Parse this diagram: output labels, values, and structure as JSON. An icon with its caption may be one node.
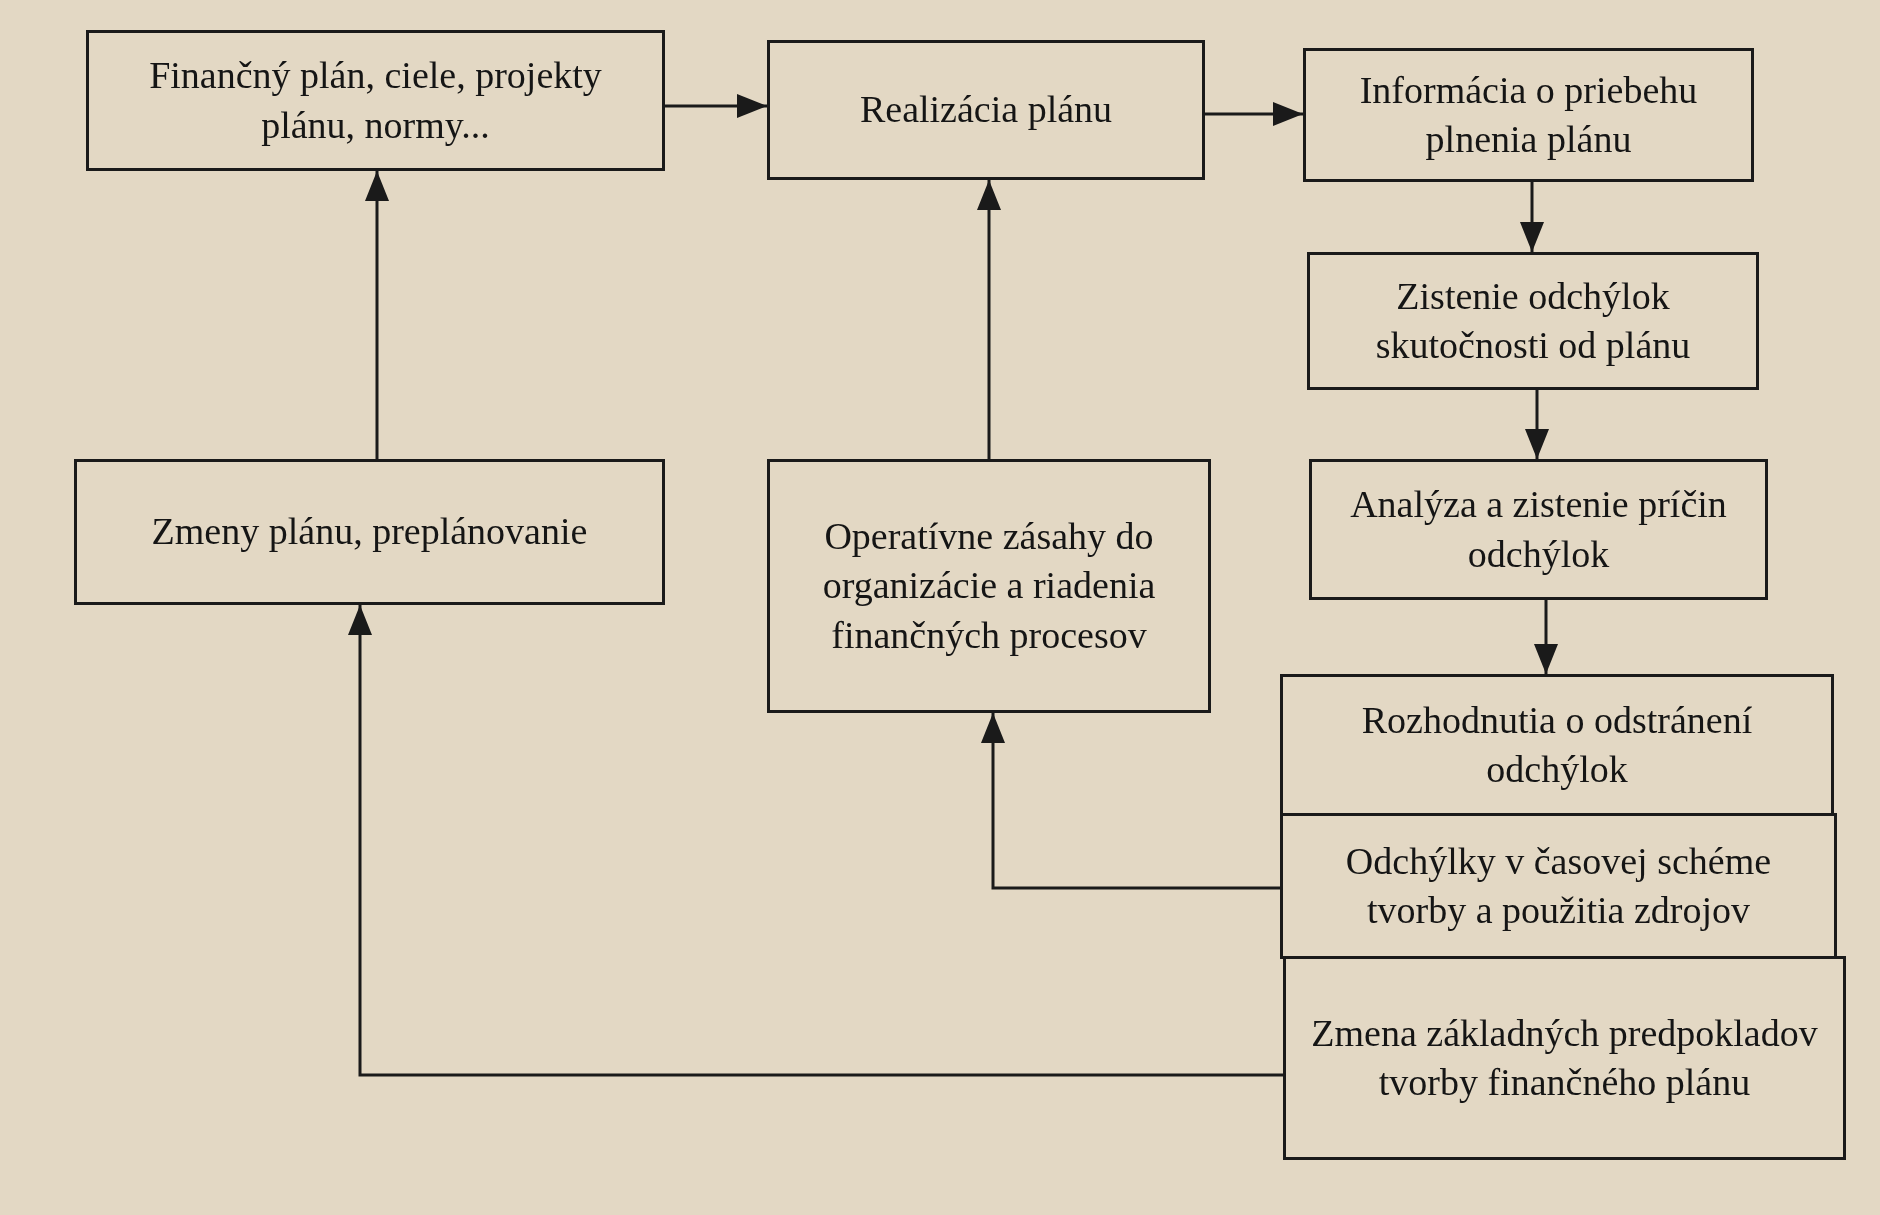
{
  "diagram": {
    "nodes": [
      {
        "text": [
          "Finančný plán, ciele, projekty plánu, normy..."
        ]
      },
      {
        "text": [
          "Realizácia plánu"
        ]
      },
      {
        "text": [
          "Informácia o priebehu plnenia plánu"
        ]
      },
      {
        "text": [
          "Zistenie odchýlok skutočnosti od plánu"
        ]
      },
      {
        "text": [
          "Analýza a zistenie príčin odchýlok"
        ]
      },
      {
        "text": [
          "Rozhodnutia o odstránení odchýlok"
        ]
      },
      {
        "text": [
          "Odchýlky v časovej schéme tvorby a použitia zdrojov"
        ]
      },
      {
        "text": [
          "Zmena základných predpokladov tvorby finančného plánu"
        ]
      },
      {
        "text": [
          "Zmeny plánu, preplánovanie"
        ]
      },
      {
        "text": [
          "Operatívne zásahy do organizácie a riadenia finančných procesov"
        ]
      }
    ],
    "edges": [
      {
        "from": 0,
        "to": 1,
        "arrow": "to"
      },
      {
        "from": 1,
        "to": 2,
        "arrow": "to"
      },
      {
        "from": 2,
        "to": 3,
        "arrow": "to"
      },
      {
        "from": 3,
        "to": 4,
        "arrow": "to"
      },
      {
        "from": 4,
        "to": 5,
        "arrow": "to"
      },
      {
        "from": 8,
        "to": 0,
        "arrow": "to"
      },
      {
        "from": 9,
        "to": 1,
        "arrow": "to"
      },
      {
        "from": 6,
        "to": 9,
        "arrow": "to"
      },
      {
        "from": 7,
        "to": 8,
        "arrow": "to"
      }
    ]
  }
}
